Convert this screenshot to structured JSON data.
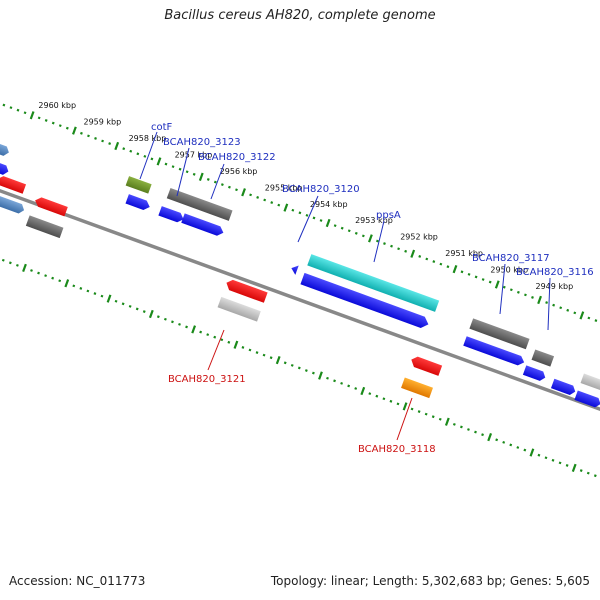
{
  "title": "Bacillus cereus AH820, complete genome",
  "accession": "Accession: NC_011773",
  "summary": "Topology: linear; Length: 5,302,683 bp; Genes: 5,605",
  "colors": {
    "backbone": "#808080",
    "tick": "#1a8a1a",
    "forward_label": "#1f2fbf",
    "reverse_label": "#cc1111"
  },
  "kbp_labels": [
    "2960 kbp",
    "2959 kbp",
    "2958 kbp",
    "2957 kbp",
    "2956 kbp",
    "2955 kbp",
    "2954 kbp",
    "2953 kbp",
    "2952 kbp",
    "2951 kbp",
    "2950 kbp",
    "2949 kbp"
  ],
  "gene_labels": [
    {
      "text": "cotF",
      "strand": "forward"
    },
    {
      "text": "BCAH820_3123",
      "strand": "forward"
    },
    {
      "text": "BCAH820_3122",
      "strand": "forward"
    },
    {
      "text": "BCAH820_3120",
      "strand": "forward"
    },
    {
      "text": "ppsA",
      "strand": "forward"
    },
    {
      "text": "BCAH820_3117",
      "strand": "forward"
    },
    {
      "text": "BCAH820_3116",
      "strand": "forward"
    },
    {
      "text": "BCAH820_3121",
      "strand": "reverse"
    },
    {
      "text": "BCAH820_3118",
      "strand": "reverse"
    }
  ]
}
